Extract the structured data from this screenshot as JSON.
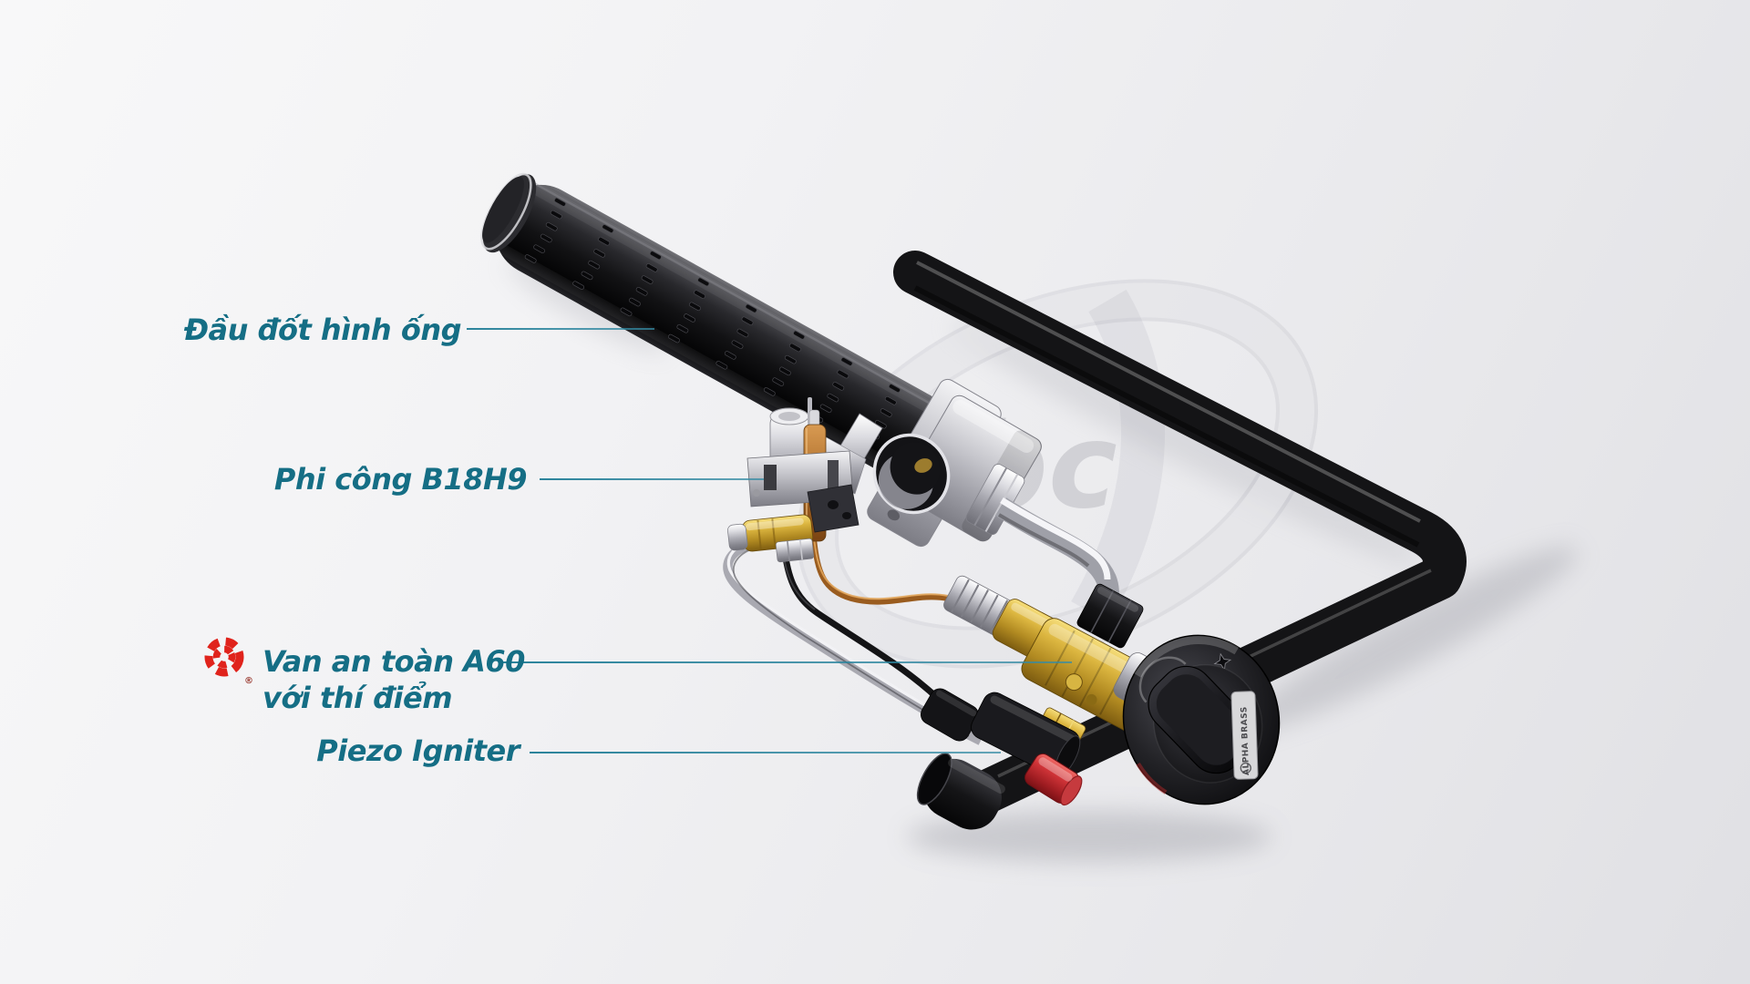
{
  "scene": {
    "watermark_text": "abc",
    "knob_label_text": "ALPHA BRASS",
    "logo_registered_mark": "®"
  },
  "callouts": {
    "burner": {
      "label": "Đầu đốt hình ống"
    },
    "pilot": {
      "label": "Phi công B18H9"
    },
    "valve": {
      "label_line1": "Van an toàn A60",
      "label_line2": "với thí điểm"
    },
    "piezo": {
      "label": "Piezo Igniter"
    }
  },
  "colors": {
    "label_teal": "#156e85",
    "leader_teal": "#35879c",
    "logo_red": "#e0231c",
    "piezo_button_red": "#c1272d",
    "brass_gold": "#c8a43c",
    "chrome_silver": "#c9c9cf",
    "pipe_black": "#141416",
    "background_gray": "#efeff1"
  }
}
